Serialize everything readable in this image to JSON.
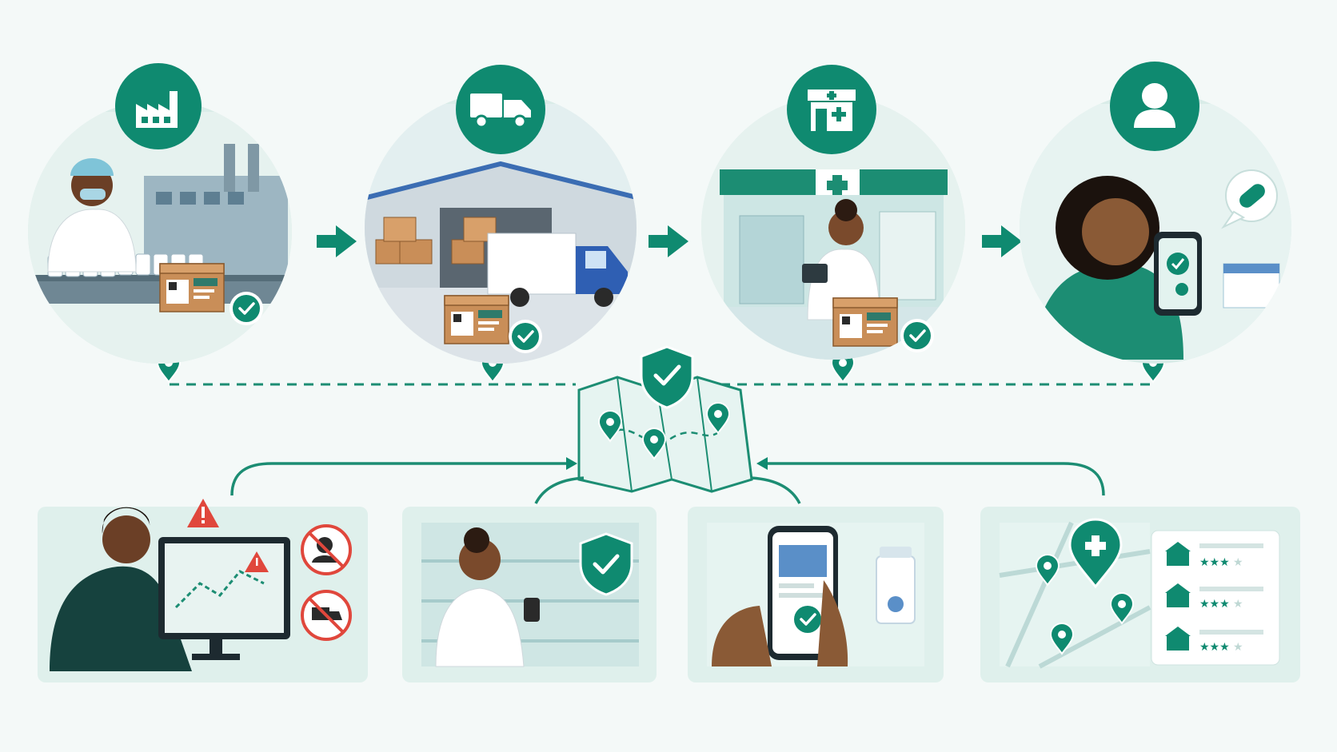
{
  "colors": {
    "brand_teal": "#0f8a70",
    "dark_teal": "#0b6e5a",
    "light_panel": "#dff0ec",
    "circle_bg": "#d9ece8",
    "alert_red": "#e0473c",
    "check_green": "#0f8a70",
    "box_brown": "#c98e58",
    "background": "#f4f9f8"
  },
  "stages": [
    {
      "icon": "factory-icon",
      "scene": "manufacturer-production-line",
      "verified": true
    },
    {
      "icon": "delivery-truck-icon",
      "scene": "distribution-warehouse",
      "verified": true
    },
    {
      "icon": "pharmacy-store-icon",
      "scene": "pharmacy-storefront",
      "verified": true
    },
    {
      "icon": "user-person-icon",
      "scene": "patient-with-smartphone",
      "verified": true
    }
  ],
  "central_map": {
    "icon": "shield-check-icon",
    "pins": 3
  },
  "panels": [
    {
      "scene": "monitoring-alert-dashboard",
      "icons": [
        "warning-triangle-icon",
        "no-thief-icon",
        "no-truck-icon"
      ]
    },
    {
      "scene": "pharmacist-scanning-stock",
      "icons": [
        "shield-check-icon",
        "barcode-scanner-icon"
      ]
    },
    {
      "scene": "phone-verification",
      "icons": [
        "check-circle-icon",
        "medicine-bottle-icon"
      ]
    },
    {
      "scene": "pharmacy-locator-map",
      "icons": [
        "pharmacy-pin-icon",
        "rating-stars-icon"
      ]
    }
  ],
  "locator_ratings": [
    {
      "stars": 3,
      "max": 4
    },
    {
      "stars": 3,
      "max": 4
    },
    {
      "stars": 3,
      "max": 4
    }
  ]
}
